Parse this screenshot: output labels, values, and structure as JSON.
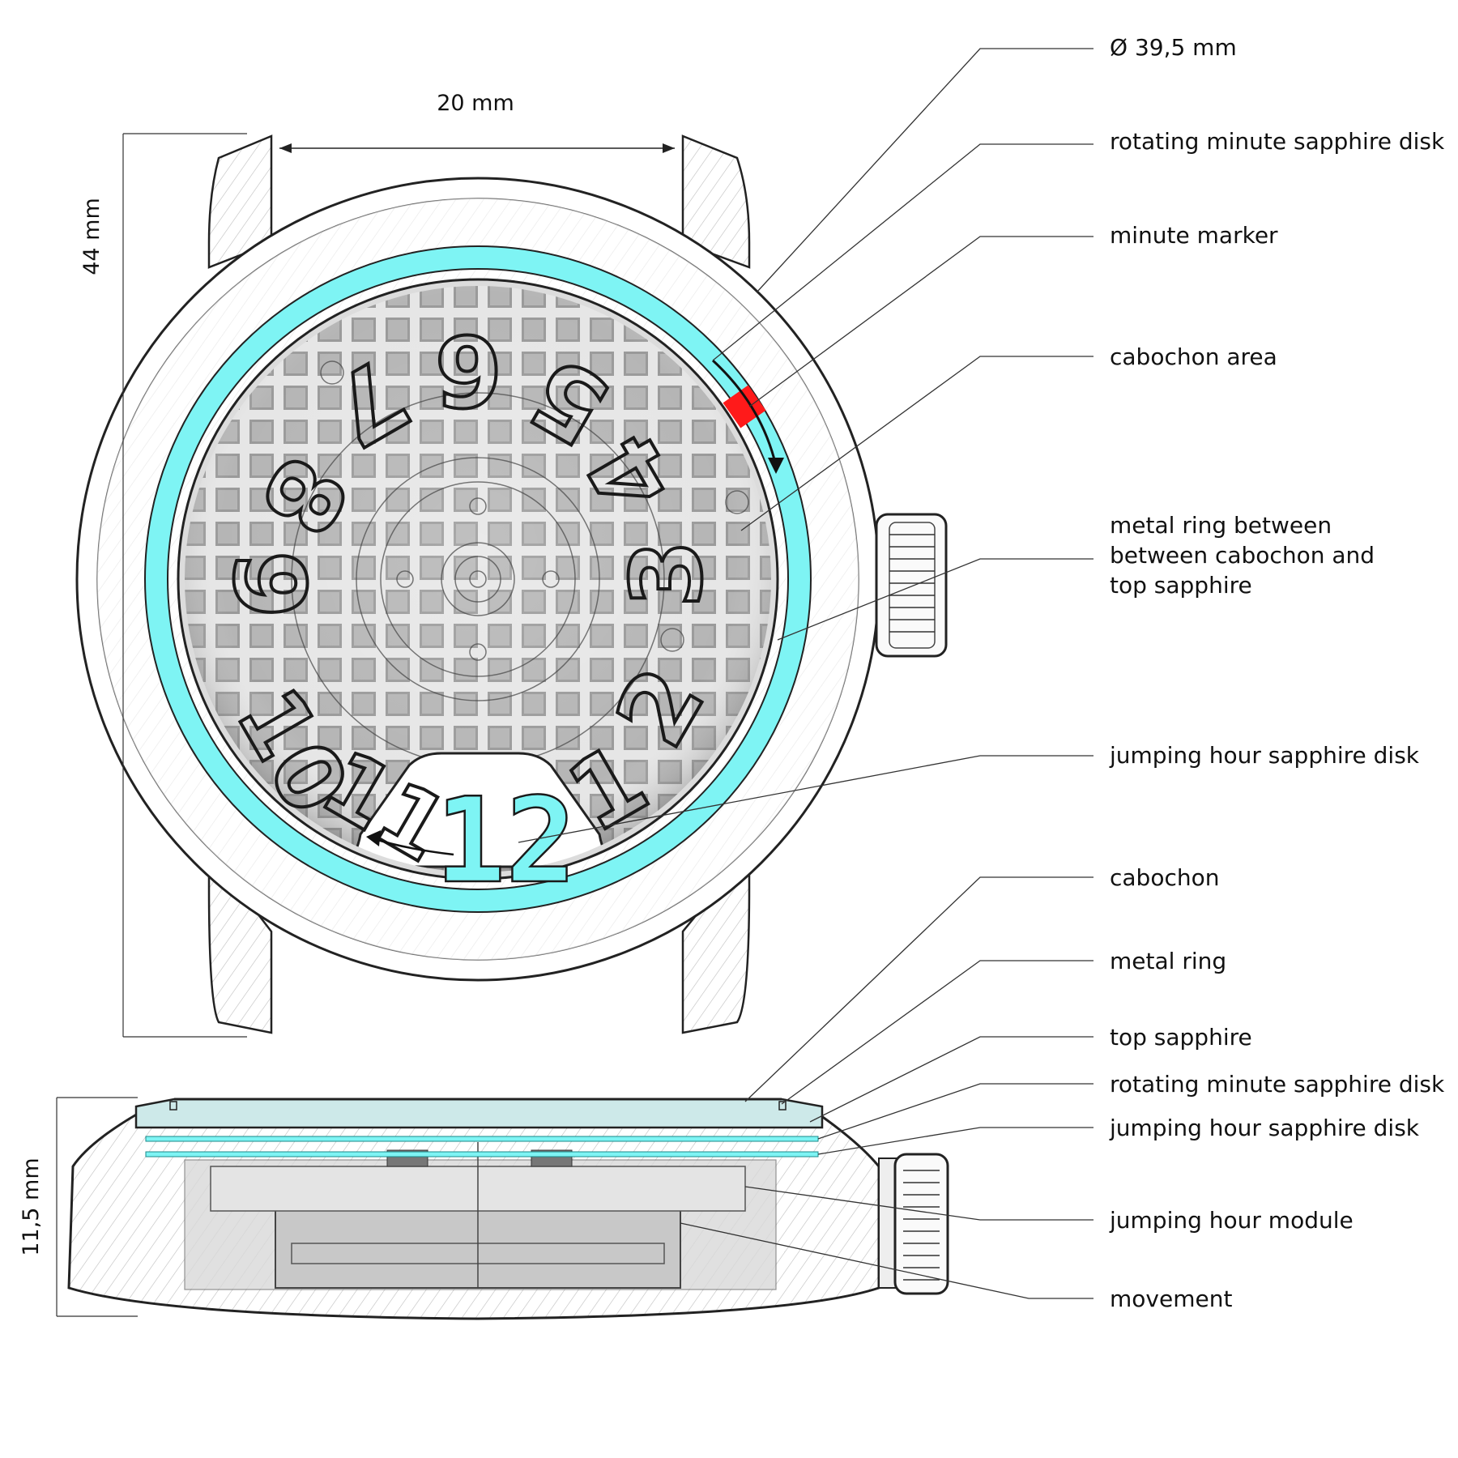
{
  "dimensions": {
    "diameter": "Ø 39,5 mm",
    "lug_width": "20 mm",
    "length": "44 mm",
    "thickness": "11,5 mm"
  },
  "labels_front": [
    "Ø 39,5 mm",
    "rotating minute sapphire disk",
    "minute marker",
    "cabochon area",
    [
      "metal ring between",
      "between cabochon and",
      "top sapphire"
    ],
    "jumping hour sapphire disk"
  ],
  "labels_side": [
    "cabochon",
    "metal ring",
    "top sapphire",
    "rotating minute sapphire disk",
    "jumping hour sapphire disk",
    "jumping hour module",
    "movement"
  ],
  "dial": {
    "numerals": [
      "1",
      "2",
      "3",
      "4",
      "5",
      "6",
      "7",
      "8",
      "9",
      "10",
      "11"
    ],
    "current_hour": "12"
  },
  "colors": {
    "sapphire_cyan": "#7ef4f4",
    "minute_marker_red": "#ff1a1a",
    "line": "#222222"
  }
}
